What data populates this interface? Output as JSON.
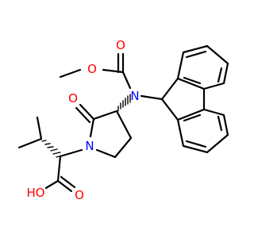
{
  "molecule": {
    "atoms": {
      "methoxy_o": "O",
      "carbonyl_o_top": "O",
      "carbamate_n": "N",
      "lactam_o": "O",
      "ring_n": "N",
      "acid_oh": "HO",
      "acid_o": "O"
    },
    "colors": {
      "oxygen": "#ff0000",
      "nitrogen": "#0000ff",
      "carbon": "#000000"
    }
  }
}
